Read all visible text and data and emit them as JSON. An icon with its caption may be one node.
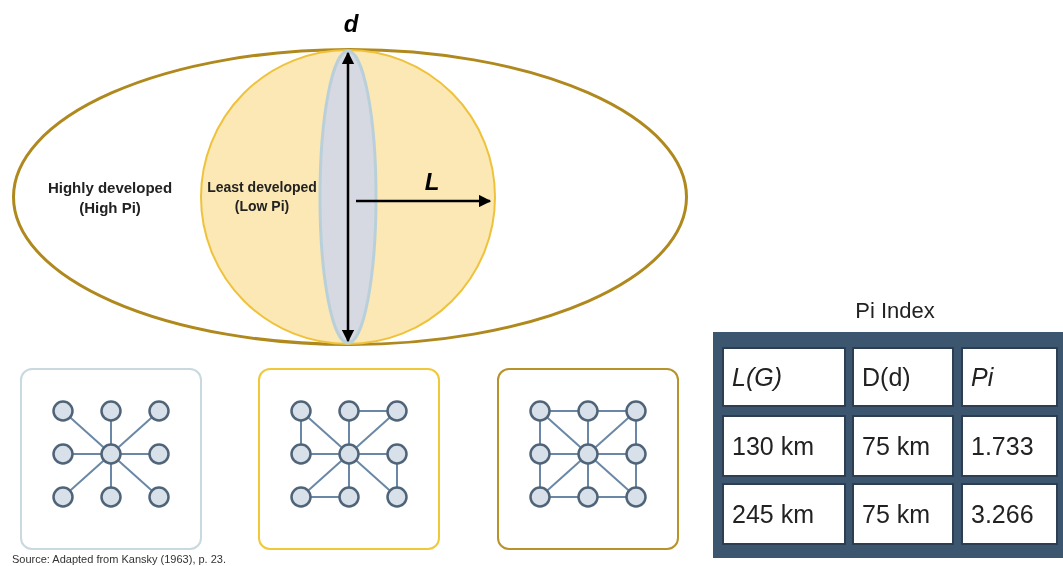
{
  "diagram": {
    "caption": "Source: Adapted from Kansky (1963), p. 23.",
    "nodes": [
      {
        "text": [
          "Highly developed (High Pi)"
        ]
      },
      {
        "text": [
          "Least developed (Low Pi)"
        ],
        "in": 0
      }
    ],
    "edges": [],
    "labels": [
      "d",
      "L",
      "Pi Index",
      "L(G)",
      "D(d)",
      "Pi",
      "130 km",
      "75 km",
      "1.733",
      "245 km",
      "75 km",
      "3.266"
    ]
  }
}
